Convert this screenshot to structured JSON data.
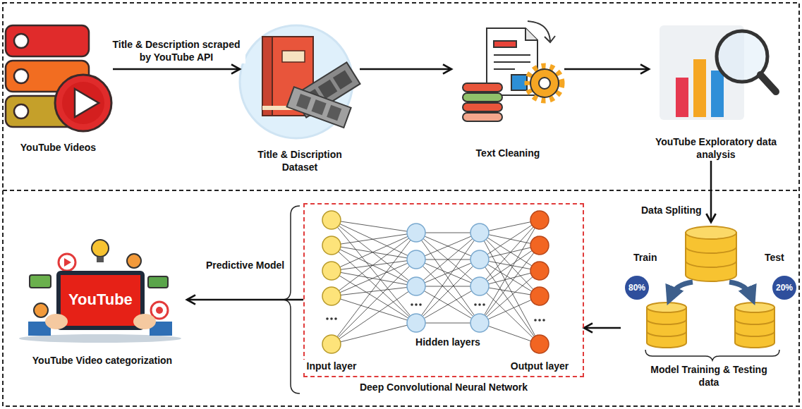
{
  "diagram": {
    "nodes": [
      {
        "text": [
          "YouTube Videos"
        ]
      },
      {
        "text": [
          "Title & Discription Dataset"
        ]
      },
      {
        "text": [
          "Text Cleaning"
        ]
      },
      {
        "text": [
          "YouTube Exploratory data analysis"
        ]
      },
      {
        "text": [
          "Model Training & Testing data"
        ]
      },
      {
        "text": [
          "Input layer",
          "Hidden layers",
          "Output layer",
          "Deep Convolutional Neural Network"
        ]
      },
      {
        "text": [
          "YouTube Video categorization"
        ]
      }
    ],
    "edges": [
      {
        "from": 0,
        "to": 1,
        "arrow": "to",
        "label": "Title & Description scraped by YouTube API"
      },
      {
        "from": 1,
        "to": 2,
        "arrow": "to"
      },
      {
        "from": 2,
        "to": 3,
        "arrow": "to"
      },
      {
        "from": 3,
        "to": 4,
        "arrow": "to",
        "label": "Data Spliting"
      },
      {
        "from": 4,
        "to": 5,
        "arrow": "to"
      },
      {
        "from": 5,
        "to": 6,
        "arrow": "to",
        "label": "Predictive Model"
      }
    ],
    "labels": [
      "Train",
      "Test",
      "80%",
      "20%",
      "YouTube"
    ]
  }
}
